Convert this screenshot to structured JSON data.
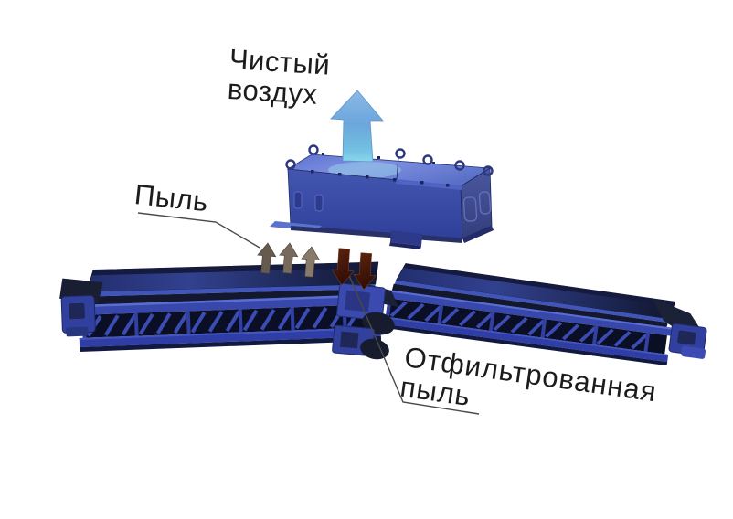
{
  "labels": {
    "clean_air": {
      "line1": "Чистый",
      "line2": "воздух"
    },
    "dust": {
      "text": "Пыль"
    },
    "filtered_dust": {
      "line1": "Отфильтрованная",
      "line2": "пыль"
    }
  },
  "colors": {
    "background": "#ffffff",
    "text": "#1c1c1c",
    "leader_line": "#4a4a4a",
    "clean_air_arrow_top": "#8cb9e8",
    "clean_air_arrow_mid": "#6ba6db",
    "clean_air_arrow_bottom": "#8fdcee",
    "dust_arrow_1": "#665a4e",
    "dust_arrow_2": "#776a5c",
    "dust_arrow_3": "#887a6a",
    "filtered_dust_arrow_dark": "#330d04",
    "filtered_dust_arrow_light": "#5c2410",
    "equipment_blue_light": "#7487e0",
    "equipment_blue": "#3747ab",
    "equipment_blue_deep": "#2f3ea6",
    "equipment_navy_dark": "#10162e",
    "belt_dark": "#14182e"
  },
  "scene_parts": {
    "filter_unit": "dust-collector-box",
    "clean_air_flow": "large-up-arrow",
    "dust_flow": "three-small-up-arrows",
    "filtered_dust_flow": "two-down-arrows",
    "left_conveyor": "belt-conveyor",
    "right_conveyor": "belt-conveyor",
    "junction": "drive-junction"
  }
}
